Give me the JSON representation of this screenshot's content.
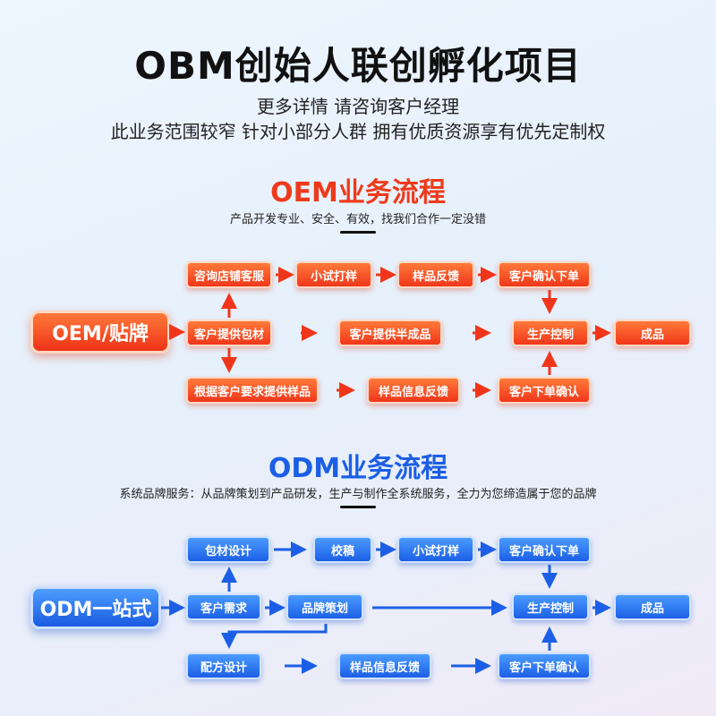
{
  "header": {
    "title": "OBM创始人联创孵化项目",
    "subtitle_1": "更多详情 请咨询客户经理",
    "subtitle_2": "此业务范围较窄 针对小部分人群 拥有优质资源享有优先定制权"
  },
  "oem": {
    "title": "OEM业务流程",
    "subtitle": "产品开发专业、安全、有效，找我们合作一定没错",
    "main_label": "OEM/贴牌",
    "accent": "#f0361a",
    "steps": {
      "consult_store": "咨询店铺客服",
      "small_trial": "小试打样",
      "sample_feedback": "样品反馈",
      "customer_confirm_order": "客户确认下单",
      "customer_provide_packaging": "客户提供包材",
      "customer_provide_semi": "客户提供半成品",
      "production_control": "生产控制",
      "finished_product": "成品",
      "sample_by_request": "根据客户要求提供样品",
      "sample_info_feedback": "样品信息反馈",
      "customer_order_confirm": "客户下单确认"
    }
  },
  "odm": {
    "title": "ODM业务流程",
    "subtitle": "系统品牌服务：从品牌策划到产品研发，生产与制作全系统服务，全力为您缔造属于您的品牌",
    "main_label": "ODM一站式",
    "accent": "#1c5fe6",
    "steps": {
      "packaging_design": "包材设计",
      "proofread": "校稿",
      "small_trial": "小试打样",
      "customer_confirm_order": "客户确认下单",
      "customer_needs": "客户需求",
      "brand_planning": "品牌策划",
      "production_control": "生产控制",
      "finished_product": "成品",
      "formula_design": "配方设计",
      "sample_info_feedback": "样品信息反馈",
      "customer_order_confirm": "客户下单确认"
    }
  },
  "icons": {
    "arrow": "arrow-icon"
  }
}
